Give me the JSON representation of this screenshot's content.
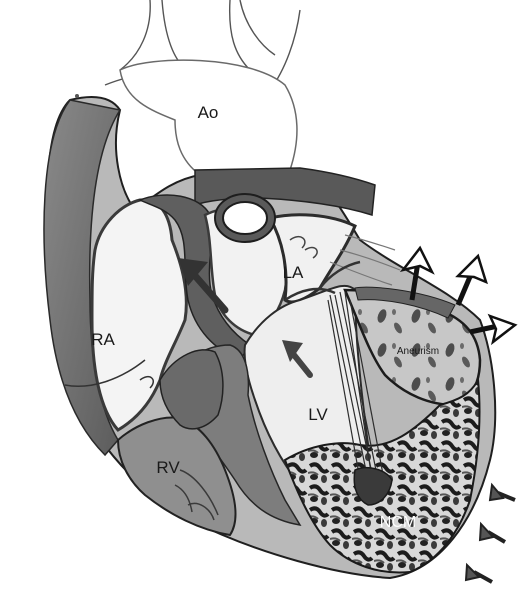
{
  "labels": {
    "ao": "Ao",
    "la": "LA",
    "ra": "RA",
    "lv": "LV",
    "rv": "RV",
    "aneurism": "Aneurism",
    "ncm": "NCM"
  },
  "colors": {
    "outline": "#1f1f1f",
    "wall_dark": "#4a4a4a",
    "wall_mid": "#7a7a7a",
    "chamber_light": "#f2f2f2",
    "shade": "#9a9a9a",
    "ncm_dark": "#2b2b2b"
  },
  "icons": {
    "arrow_style": "outlined-arrowhead"
  }
}
